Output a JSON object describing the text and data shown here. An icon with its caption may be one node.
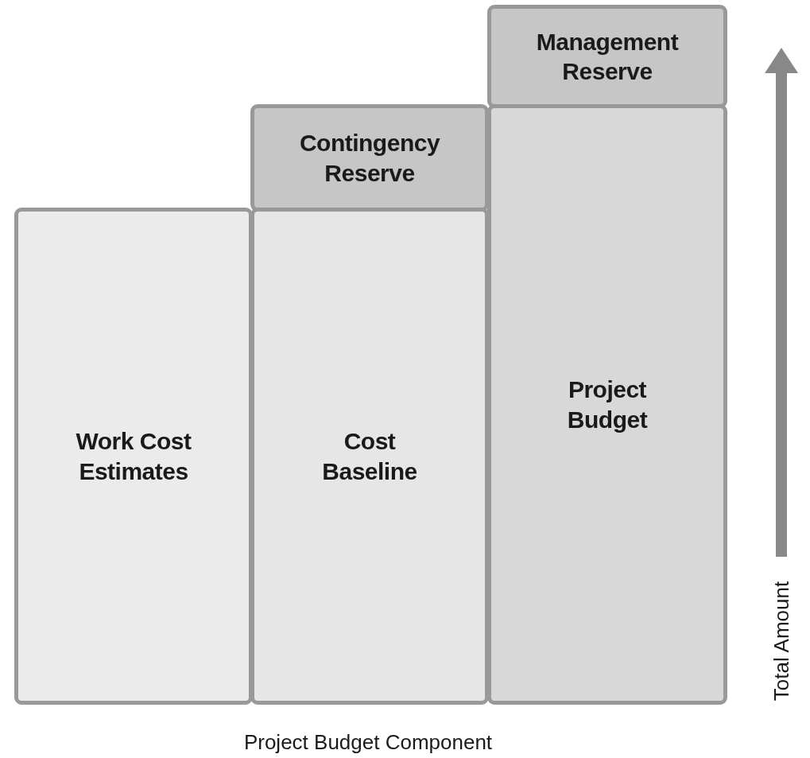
{
  "diagram": {
    "nodes": [
      {
        "text": [
          "Work Cost Estimates"
        ]
      },
      {
        "text": [
          "Contingency Reserve"
        ]
      },
      {
        "text": [
          "Cost Baseline"
        ]
      },
      {
        "text": [
          "Management Reserve"
        ]
      },
      {
        "text": [
          "Project Budget"
        ]
      }
    ],
    "labels": [
      "Total Amount",
      "Project Budget Component"
    ]
  }
}
